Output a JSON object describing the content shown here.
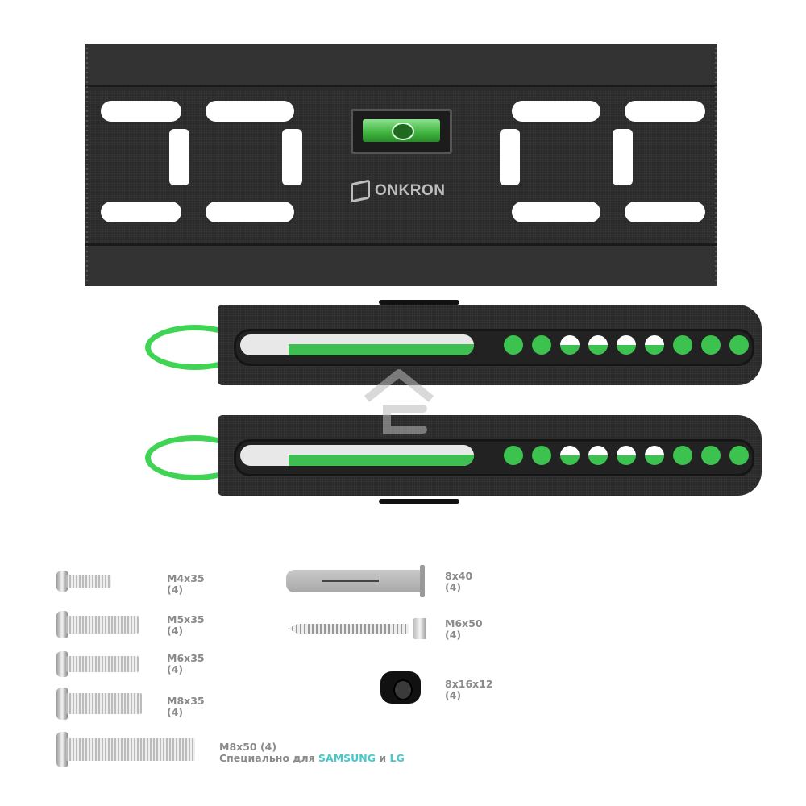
{
  "product": {
    "brand": "ONKRON",
    "level_indicator": "bubble-level",
    "colors": {
      "metal": "#2b2b2b",
      "accent_green": "#3cc24f",
      "label_gray": "#8a8a8a",
      "highlight_teal": "#4bc7c9"
    }
  },
  "hardware": {
    "left_column": [
      {
        "size": "M4x35",
        "qty": "(4)"
      },
      {
        "size": "M5x35",
        "qty": "(4)"
      },
      {
        "size": "M6x35",
        "qty": "(4)"
      },
      {
        "size": "M8x35",
        "qty": "(4)"
      }
    ],
    "special": {
      "size_qty": "M8x50 (4)",
      "note_prefix": "Специально для ",
      "brand1": "SAMSUNG",
      "conj": " и ",
      "brand2": "LG"
    },
    "right_column": [
      {
        "size": "8x40",
        "qty": "(4)"
      },
      {
        "size": "M6x50",
        "qty": "(4)"
      },
      {
        "size": "8x16x12",
        "qty": "(4)"
      }
    ]
  }
}
